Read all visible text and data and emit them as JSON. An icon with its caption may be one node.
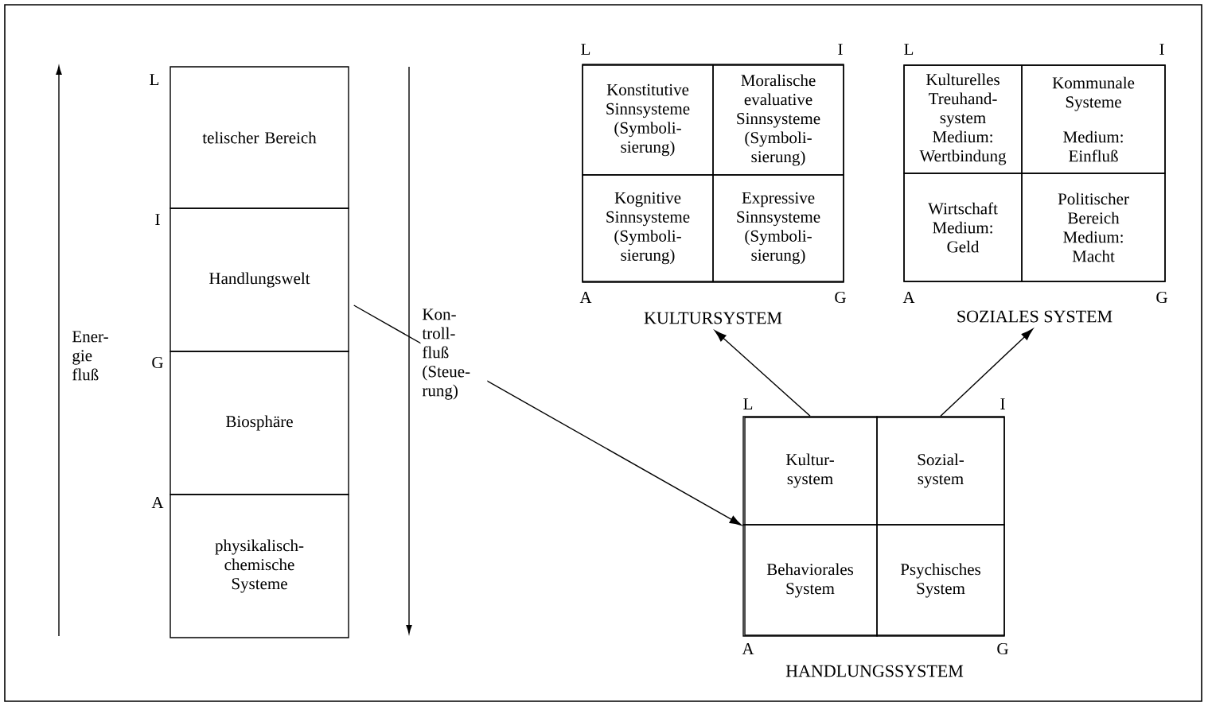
{
  "diagram": {
    "nodes": [
      {
        "text": [
          "telischer Bereich"
        ]
      },
      {
        "text": [
          "Handlungswelt"
        ]
      },
      {
        "text": [
          "Biosphäre"
        ]
      },
      {
        "text": [
          "physikalisch- chemische Systeme"
        ]
      },
      {
        "text": [
          "KULTURSYSTEM"
        ]
      },
      {
        "text": [
          "Konstitutive Sinnsysteme (Symboli- sierung)"
        ],
        "in": 4
      },
      {
        "text": [
          "Moralische evaluative Sinnsysteme (Symboli- sierung)"
        ],
        "in": 4
      },
      {
        "text": [
          "Kognitive Sinnsysteme (Symboli- sierung)"
        ],
        "in": 4
      },
      {
        "text": [
          "Expressive Sinnsysteme (Symboli- sierung)"
        ],
        "in": 4
      },
      {
        "text": [
          "SOZIALES SYSTEM"
        ]
      },
      {
        "text": [
          "Kulturelles Treuhand- system",
          "Medium: Wertbindung"
        ],
        "in": 9
      },
      {
        "text": [
          "Kommunale Systeme",
          "Medium: Einfluß"
        ],
        "in": 9
      },
      {
        "text": [
          "Wirtschaft",
          "Medium: Geld"
        ],
        "in": 9
      },
      {
        "text": [
          "Politischer Bereich",
          "Medium: Macht"
        ],
        "in": 9
      },
      {
        "text": [
          "HANDLUNGSSYSTEM"
        ]
      },
      {
        "text": [
          "Kultur- system"
        ],
        "in": 14
      },
      {
        "text": [
          "Sozial- system"
        ],
        "in": 14
      },
      {
        "text": [
          "Behaviorales System"
        ],
        "in": 14
      },
      {
        "text": [
          "Psychisches System"
        ],
        "in": 14
      }
    ],
    "edges": [
      {
        "from": 1,
        "to": 14,
        "arrow": "to",
        "label": "Kon- troll- fluß (Steue- rung)"
      },
      {
        "from": 15,
        "to": 4,
        "arrow": "to"
      },
      {
        "from": 16,
        "to": 9,
        "arrow": "to"
      }
    ],
    "labels": [
      "Ener- gie fluß",
      "L",
      "I",
      "G",
      "A",
      "L",
      "I",
      "A",
      "G",
      "L",
      "I",
      "A",
      "G",
      "L",
      "I",
      "A",
      "G"
    ]
  }
}
